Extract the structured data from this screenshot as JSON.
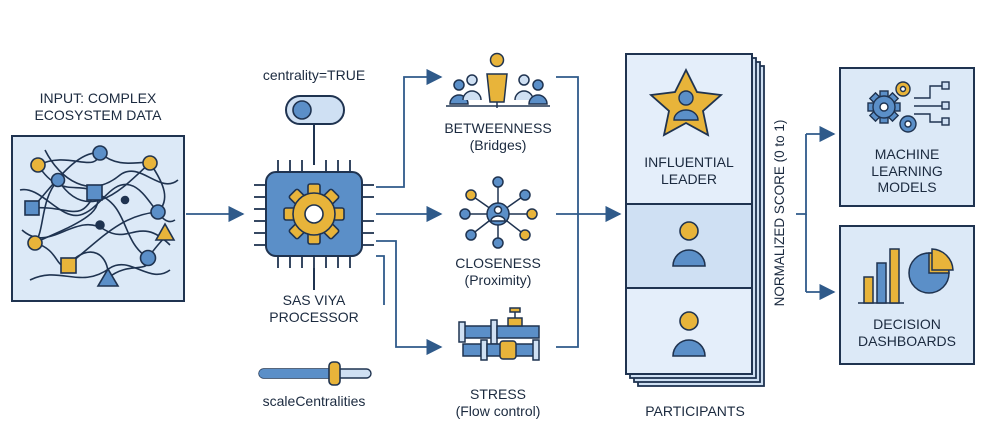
{
  "input": {
    "title_line1": "INPUT: COMPLEX",
    "title_line2": "ECOSYSTEM DATA"
  },
  "processor": {
    "toggle_label": "centrality=TRUE",
    "name_line1": "SAS VIYA",
    "name_line2": "PROCESSOR",
    "slider_label": "scaleCentralities"
  },
  "measures": [
    {
      "name": "BETWEENNESS",
      "sub": "(Bridges)",
      "icon": "people-bridge-icon"
    },
    {
      "name": "CLOSENESS",
      "sub": "(Proximity)",
      "icon": "hub-network-icon"
    },
    {
      "name": "STRESS",
      "sub": "(Flow control)",
      "icon": "pipe-valve-icon"
    }
  ],
  "participants": {
    "leader_line1": "INFLUENTIAL",
    "leader_line2": "LEADER",
    "caption": "PARTICIPANTS"
  },
  "score_label": "NORMALIZED SCORE (0 to 1)",
  "outputs": [
    {
      "line1": "MACHINE",
      "line2": "LEARNING",
      "line3": "MODELS",
      "icon": "gears-icon"
    },
    {
      "line1": "DECISION",
      "line2": "DASHBOARDS",
      "icon": "dashboard-chart-icon"
    }
  ],
  "colors": {
    "panel_fill": "#dce9f7",
    "outline": "#1f3350",
    "accent_blue": "#5b8fc8",
    "accent_gold": "#e8b43a",
    "light_blue": "#cfe0f3"
  }
}
